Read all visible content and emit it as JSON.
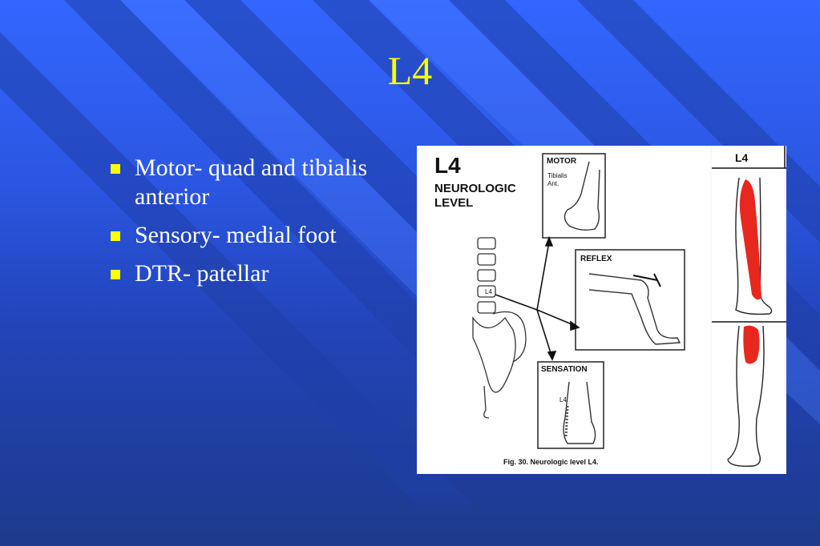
{
  "slide": {
    "title": "L4",
    "bullets": [
      "Motor- quad and tibialis anterior",
      "Sensory- medial foot",
      "DTR- patellar"
    ],
    "colors": {
      "title": "#ffff00",
      "bullet_marker": "#ffff00",
      "text": "#ffffff",
      "background": "#3366ff",
      "dermatome": "#e8281e"
    }
  },
  "figure": {
    "heading_big": "L4",
    "heading_line1": "NEUROLOGIC",
    "heading_line2": "LEVEL",
    "motor_label": "MOTOR",
    "motor_sub1": "Tibialis",
    "motor_sub2": "Ant.",
    "reflex_label": "REFLEX",
    "sensation_label": "SENSATION",
    "sensation_l4": "L4",
    "spine_l4": "L4",
    "caption": "Fig. 30. Neurologic level L4.",
    "right_panel_label": "L4"
  }
}
